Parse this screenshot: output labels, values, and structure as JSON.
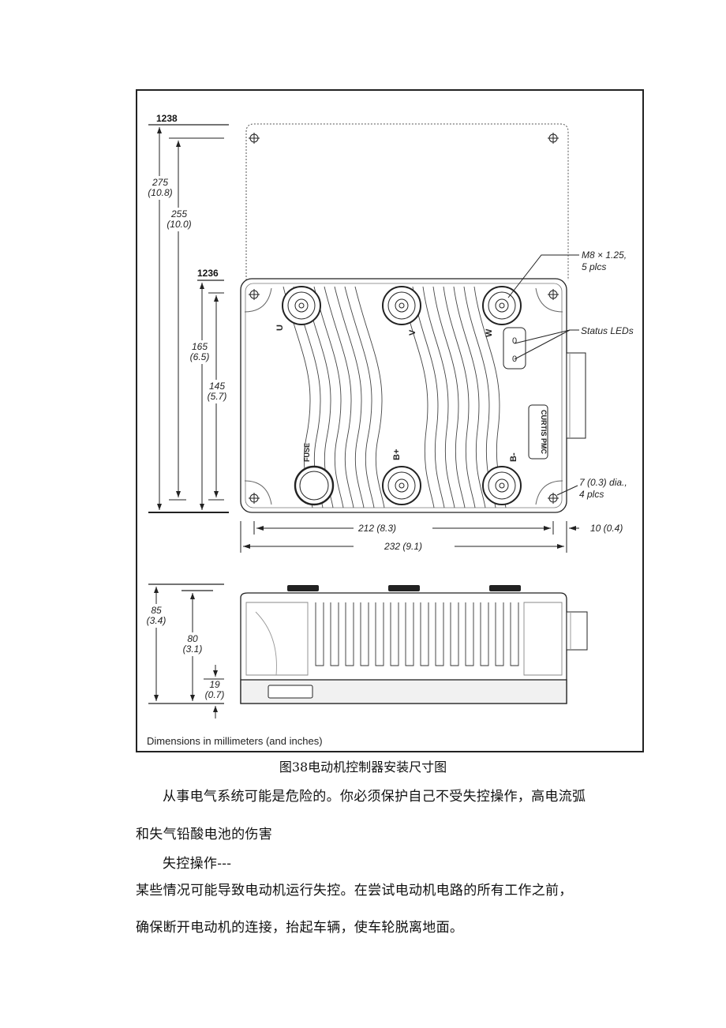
{
  "figure": {
    "labels": {
      "top_ref": "1238",
      "mid_ref": "1236",
      "d275": "275",
      "d275_in": "(10.8)",
      "d255": "255",
      "d255_in": "(10.0)",
      "d165": "165",
      "d165_in": "(6.5)",
      "d145": "145",
      "d145_in": "(5.7)",
      "mount_bolts": "M8 × 1.25,",
      "mount_bolts_count": "5 plcs",
      "status_leds": "Status LEDs",
      "led_1": "0",
      "led_2": "0",
      "term_u": "U",
      "term_v": "V",
      "term_w": "W",
      "term_fuse": "FUSE",
      "term_bplus": "B+",
      "term_bminus": "B-",
      "brand": "CURTIS PMC",
      "holes": "7 (0.3) dia.,",
      "holes_count": "4 plcs",
      "w212": "212  (8.3)",
      "w232": "232  (9.1)",
      "w10": "10  (0.4)",
      "h85": "85",
      "h85_in": "(3.4)",
      "h80": "80",
      "h80_in": "(3.1)",
      "h19": "19",
      "h19_in": "(0.7)",
      "note": "Dimensions in millimeters (and inches)"
    }
  },
  "caption": "图38电动机控制器安装尺寸图",
  "paragraphs": {
    "p1_line1": "从事电气系统可能是危险的。你必须保护自己不受失控操作，高电流弧",
    "p1_line2": "和失气铅酸电池的伤害",
    "p2_heading": "失控操作---",
    "p3_line1": "某些情况可能导致电动机运行失控。在尝试电动机电路的所有工作之前，",
    "p3_line2": "确保断开电动机的连接，抬起车辆，使车轮脱离地面。"
  }
}
